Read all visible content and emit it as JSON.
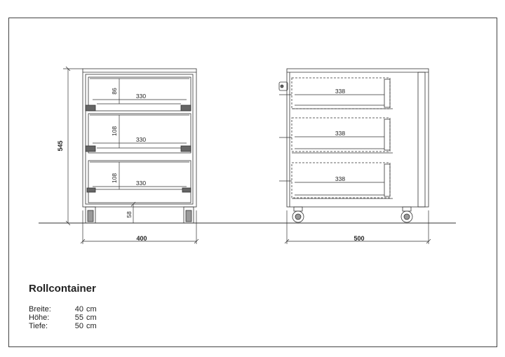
{
  "title": "Rollcontainer",
  "specs": [
    {
      "label": "Breite:",
      "value": "40",
      "unit": "cm"
    },
    {
      "label": "Höhe:",
      "value": "55",
      "unit": "cm"
    },
    {
      "label": "Tiefe:",
      "value": "50",
      "unit": "cm"
    }
  ],
  "front_view": {
    "total_height": "545",
    "total_width": "400",
    "caster_height": "58",
    "drawers": [
      {
        "height": "86",
        "width": "330"
      },
      {
        "height": "108",
        "width": "330"
      },
      {
        "height": "108",
        "width": "330"
      }
    ]
  },
  "side_view": {
    "total_depth": "500",
    "drawers": [
      {
        "depth": "338"
      },
      {
        "depth": "338"
      },
      {
        "depth": "338"
      }
    ]
  }
}
